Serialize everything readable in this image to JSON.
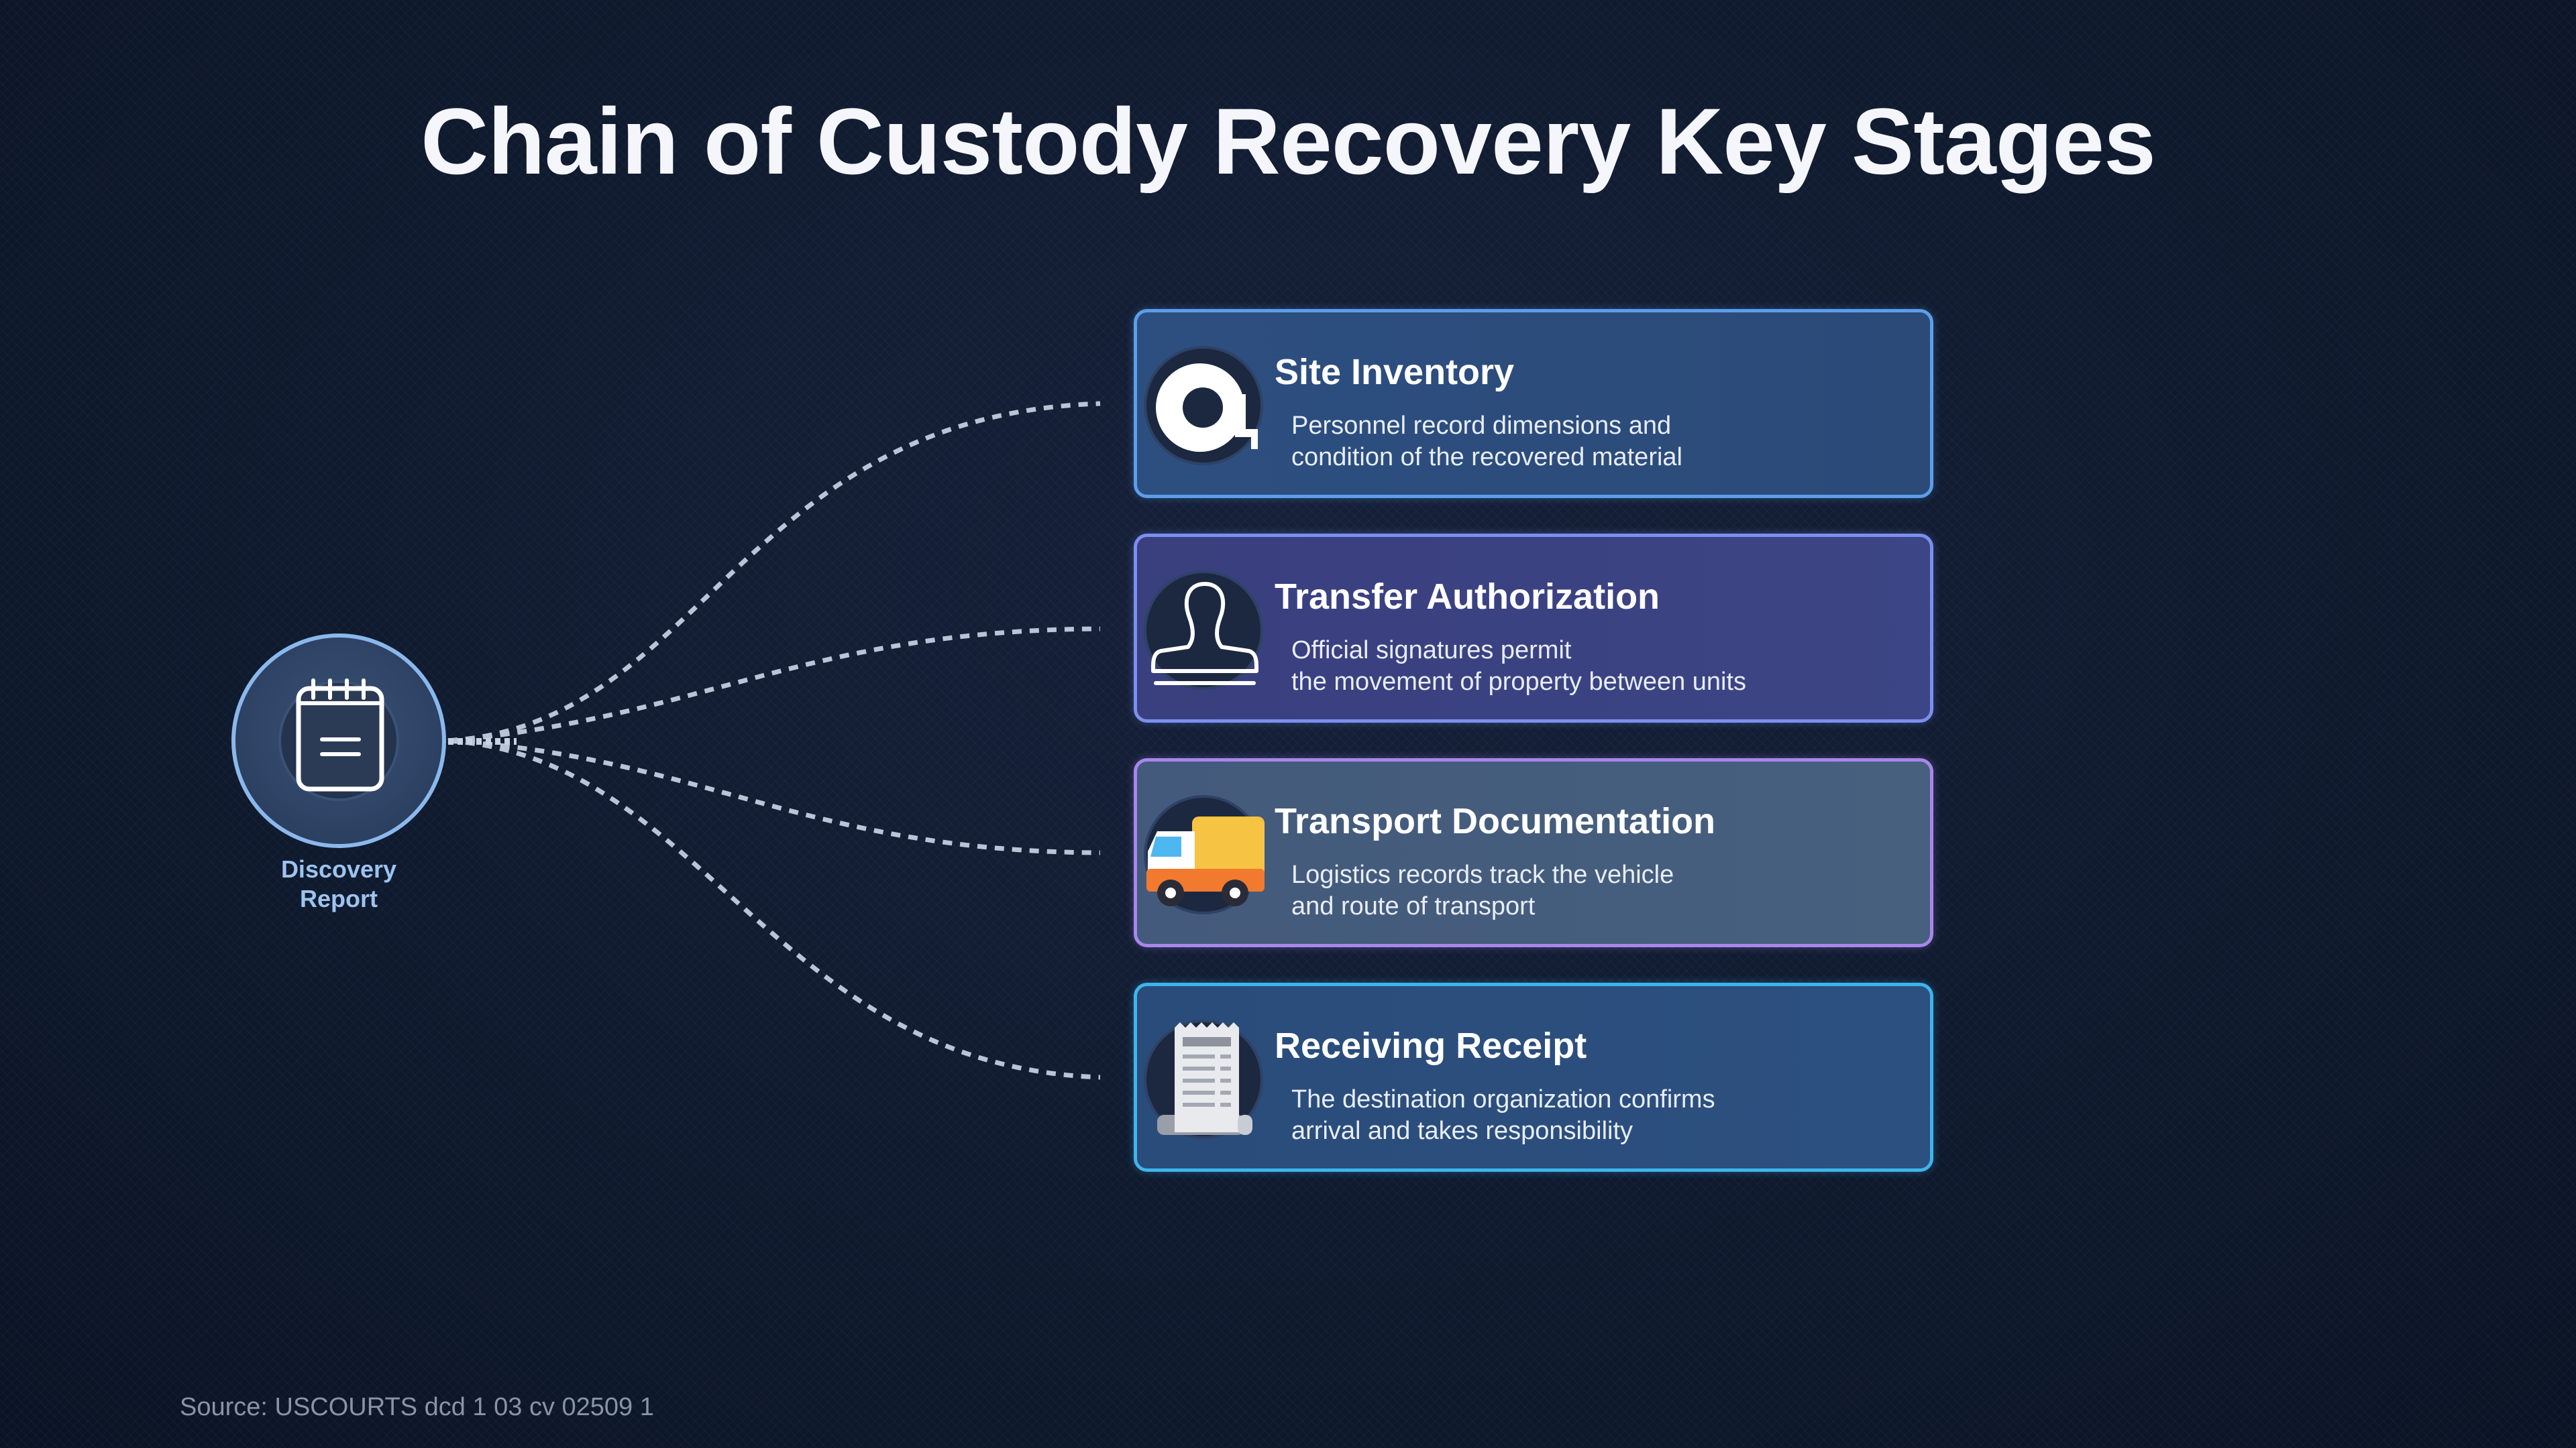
{
  "title": "Chain of Custody Recovery Key Stages",
  "hub": {
    "label_line1": "Discovery",
    "label_line2": "Report",
    "icon": "notepad-icon"
  },
  "stages": [
    {
      "title": "Site Inventory",
      "desc_line1": "Personnel record dimensions and",
      "desc_line2": "condition of the recovered material",
      "icon": "tape-measure-icon",
      "border_color": "#5c9eea",
      "bg_color": "#2c4d7c"
    },
    {
      "title": "Transfer Authorization",
      "desc_line1": "Official signatures permit",
      "desc_line2": "the movement of property between units",
      "icon": "stamp-icon",
      "border_color": "#7c8ff0",
      "bg_color": "#3b4380"
    },
    {
      "title": "Transport Documentation",
      "desc_line1": "Logistics records track the vehicle",
      "desc_line2": "and route of transport",
      "icon": "delivery-truck-icon",
      "border_color": "#a886ea",
      "bg_color": "#435878"
    },
    {
      "title": "Receiving Receipt",
      "desc_line1": "The destination organization confirms",
      "desc_line2": "arrival and takes responsibility",
      "icon": "receipt-icon",
      "border_color": "#3fb4ec",
      "bg_color": "#2a4d7a"
    }
  ],
  "source": "Source: USCOURTS dcd 1 03 cv 02509 1"
}
